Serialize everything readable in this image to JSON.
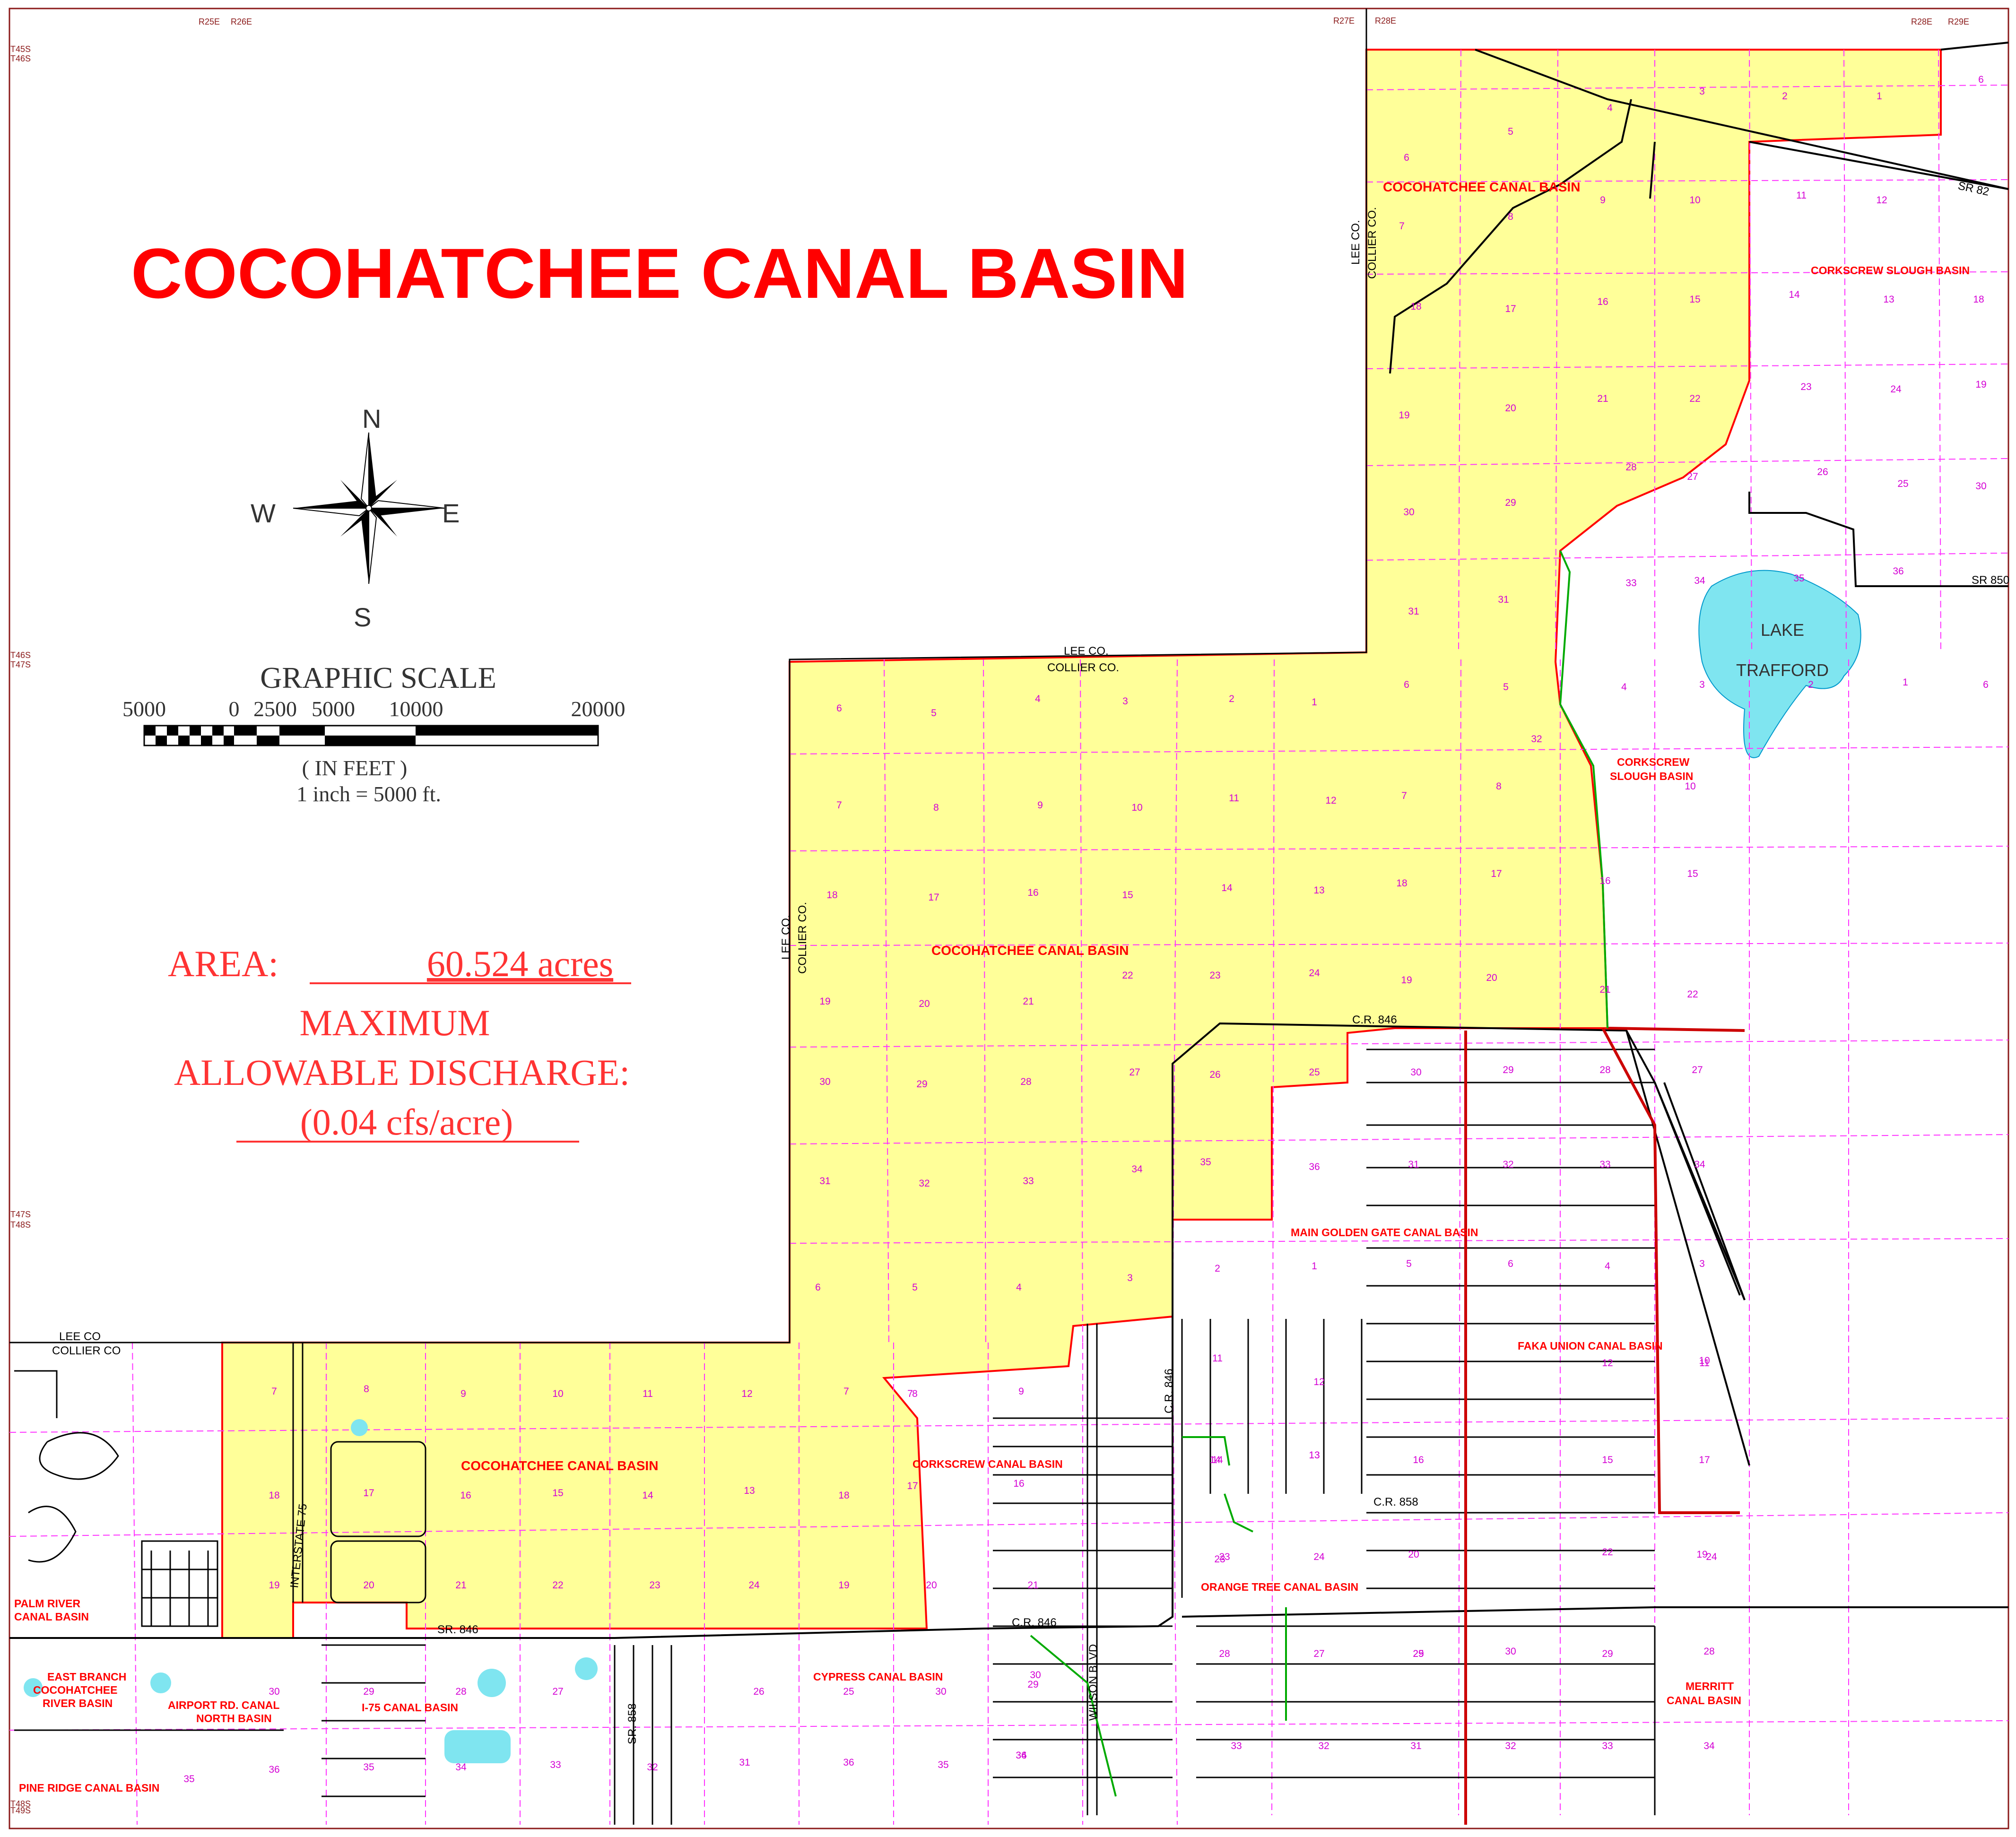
{
  "title": "COCOHATCHEE CANAL BASIN",
  "colors": {
    "basin_fill": "#ffff99",
    "basin_border": "#ff0000",
    "section_lines": "#ff33ff",
    "lake": "#7fe5f0",
    "roads": "#000000",
    "labels": "#ff0000",
    "section_numbers": "#d400d4"
  },
  "compass": {
    "n": "N",
    "s": "S",
    "e": "E",
    "w": "W"
  },
  "scale": {
    "title": "GRAPHIC SCALE",
    "t_5000": "5000",
    "t_0": "0",
    "t_2500": "2500",
    "t_5000b": "5000",
    "t_10000": "10000",
    "t_20000": "20000",
    "units": "( IN FEET )",
    "ratio": "1 inch = 5000 ft."
  },
  "info": {
    "area_label": "AREA:",
    "area_value": "60.524 acres",
    "max": "MAXIMUM",
    "allow": "ALLOWABLE DISCHARGE:",
    "rate": "(0.04 cfs/acre)"
  },
  "ranges": {
    "r25e": "R25E",
    "r26e": "R26E",
    "r27e": "R27E",
    "r28e": "R28E",
    "r28e_b": "R28E",
    "r29e": "R29E"
  },
  "townships": {
    "t45s": "T45S",
    "t46s": "T46S",
    "t46s_b": "T46S",
    "t47s": "T47S",
    "t47s_b": "T47S",
    "t48s": "T48S",
    "t48s_b": "T48S",
    "t49s": "T49S"
  },
  "county_lines": {
    "lee_top": "LEE CO.",
    "collier_top": "COLLIER CO.",
    "lee_mid": "LEE CO.",
    "collier_mid": "COLLIER CO.",
    "lee_left": "LEE CO.",
    "collier_left": "COLLIER CO.",
    "lee_bottom": "LEE CO",
    "collier_bottom": "COLLIER CO"
  },
  "roads": {
    "sr82": "SR 82",
    "sr850": "SR 850",
    "cr846_top": "C.R. 846",
    "cr846_vert": "C.R. 846",
    "cr858": "C.R. 858",
    "cr846_mid": "C.R. 846",
    "sr846": "SR. 846",
    "i75": "INTERSTATE 75",
    "sr858": "SR. 858",
    "wilson": "WILSON BLVD"
  },
  "lake": {
    "name1": "LAKE",
    "name2": "TRAFFORD"
  },
  "basins": {
    "coco_ne": "COCOHATCHEE CANAL BASIN",
    "coco_mid": "COCOHATCHEE CANAL BASIN",
    "coco_sw": "COCOHATCHEE CANAL BASIN",
    "corkscrew_slough_ne": "CORKSCREW SLOUGH BASIN",
    "corkscrew_slough1": "CORKSCREW",
    "corkscrew_slough2": "SLOUGH BASIN",
    "main_golden_gate": "MAIN GOLDEN GATE CANAL BASIN",
    "faka_union": "FAKA UNION CANAL BASIN",
    "corkscrew_canal": "CORKSCREW CANAL BASIN",
    "orange_tree": "ORANGE TREE CANAL BASIN",
    "cypress": "CYPRESS CANAL BASIN",
    "merritt1": "MERRITT",
    "merritt2": "CANAL BASIN",
    "palm_river1": "PALM RIVER",
    "palm_river2": "CANAL BASIN",
    "east_branch1": "EAST BRANCH",
    "east_branch2": "COCOHATCHEE",
    "east_branch3": "RIVER BASIN",
    "airport1": "AIRPORT RD. CANAL",
    "airport2": "NORTH BASIN",
    "i75_basin": "I-75 CANAL BASIN",
    "pine_ridge": "PINE RIDGE CANAL BASIN"
  },
  "sections": [
    "3",
    "2",
    "1",
    "6",
    "4",
    "5",
    "6",
    "9",
    "10",
    "11",
    "12",
    "8",
    "7",
    "18",
    "17",
    "16",
    "15",
    "14",
    "13",
    "18",
    "19",
    "20",
    "21",
    "22",
    "23",
    "24",
    "19",
    "28",
    "27",
    "26",
    "25",
    "30",
    "30",
    "29",
    "32",
    "31",
    "33",
    "34",
    "35",
    "36",
    "31",
    "6",
    "5",
    "4",
    "3",
    "2",
    "1",
    "6",
    "5",
    "4",
    "3",
    "2",
    "1",
    "6",
    "7",
    "8",
    "9",
    "10",
    "11",
    "12",
    "7",
    "8",
    "10",
    "18",
    "17",
    "16",
    "15",
    "14",
    "13",
    "18",
    "17",
    "16",
    "15",
    "19",
    "20",
    "21",
    "22",
    "23",
    "24",
    "19",
    "20",
    "21",
    "22",
    "30",
    "29",
    "28",
    "27",
    "26",
    "25",
    "30",
    "29",
    "28",
    "27",
    "31",
    "32",
    "33",
    "34",
    "35",
    "36",
    "31",
    "32",
    "33",
    "34",
    "6",
    "5",
    "4",
    "3",
    "2",
    "1",
    "5",
    "6",
    "4",
    "3",
    "7",
    "8",
    "9",
    "10",
    "11",
    "12",
    "7",
    "8",
    "9",
    "12",
    "11",
    "10",
    "18",
    "17",
    "16",
    "15",
    "14",
    "13",
    "18",
    "17",
    "16",
    "15",
    "17",
    "16",
    "14",
    "13",
    "19",
    "20",
    "21",
    "22",
    "23",
    "24",
    "19",
    "20",
    "21",
    "22",
    "19",
    "20",
    "23",
    "24",
    "24",
    "23",
    "30",
    "29",
    "28",
    "27",
    "26",
    "25",
    "30",
    "29",
    "28",
    "27",
    "25",
    "30",
    "29",
    "28",
    "30",
    "29",
    "36",
    "35",
    "34",
    "33",
    "32",
    "31",
    "36",
    "35",
    "34",
    "33",
    "32",
    "31",
    "32",
    "33",
    "34",
    "35",
    "36",
    "11",
    "12",
    "14",
    "13",
    "7"
  ]
}
